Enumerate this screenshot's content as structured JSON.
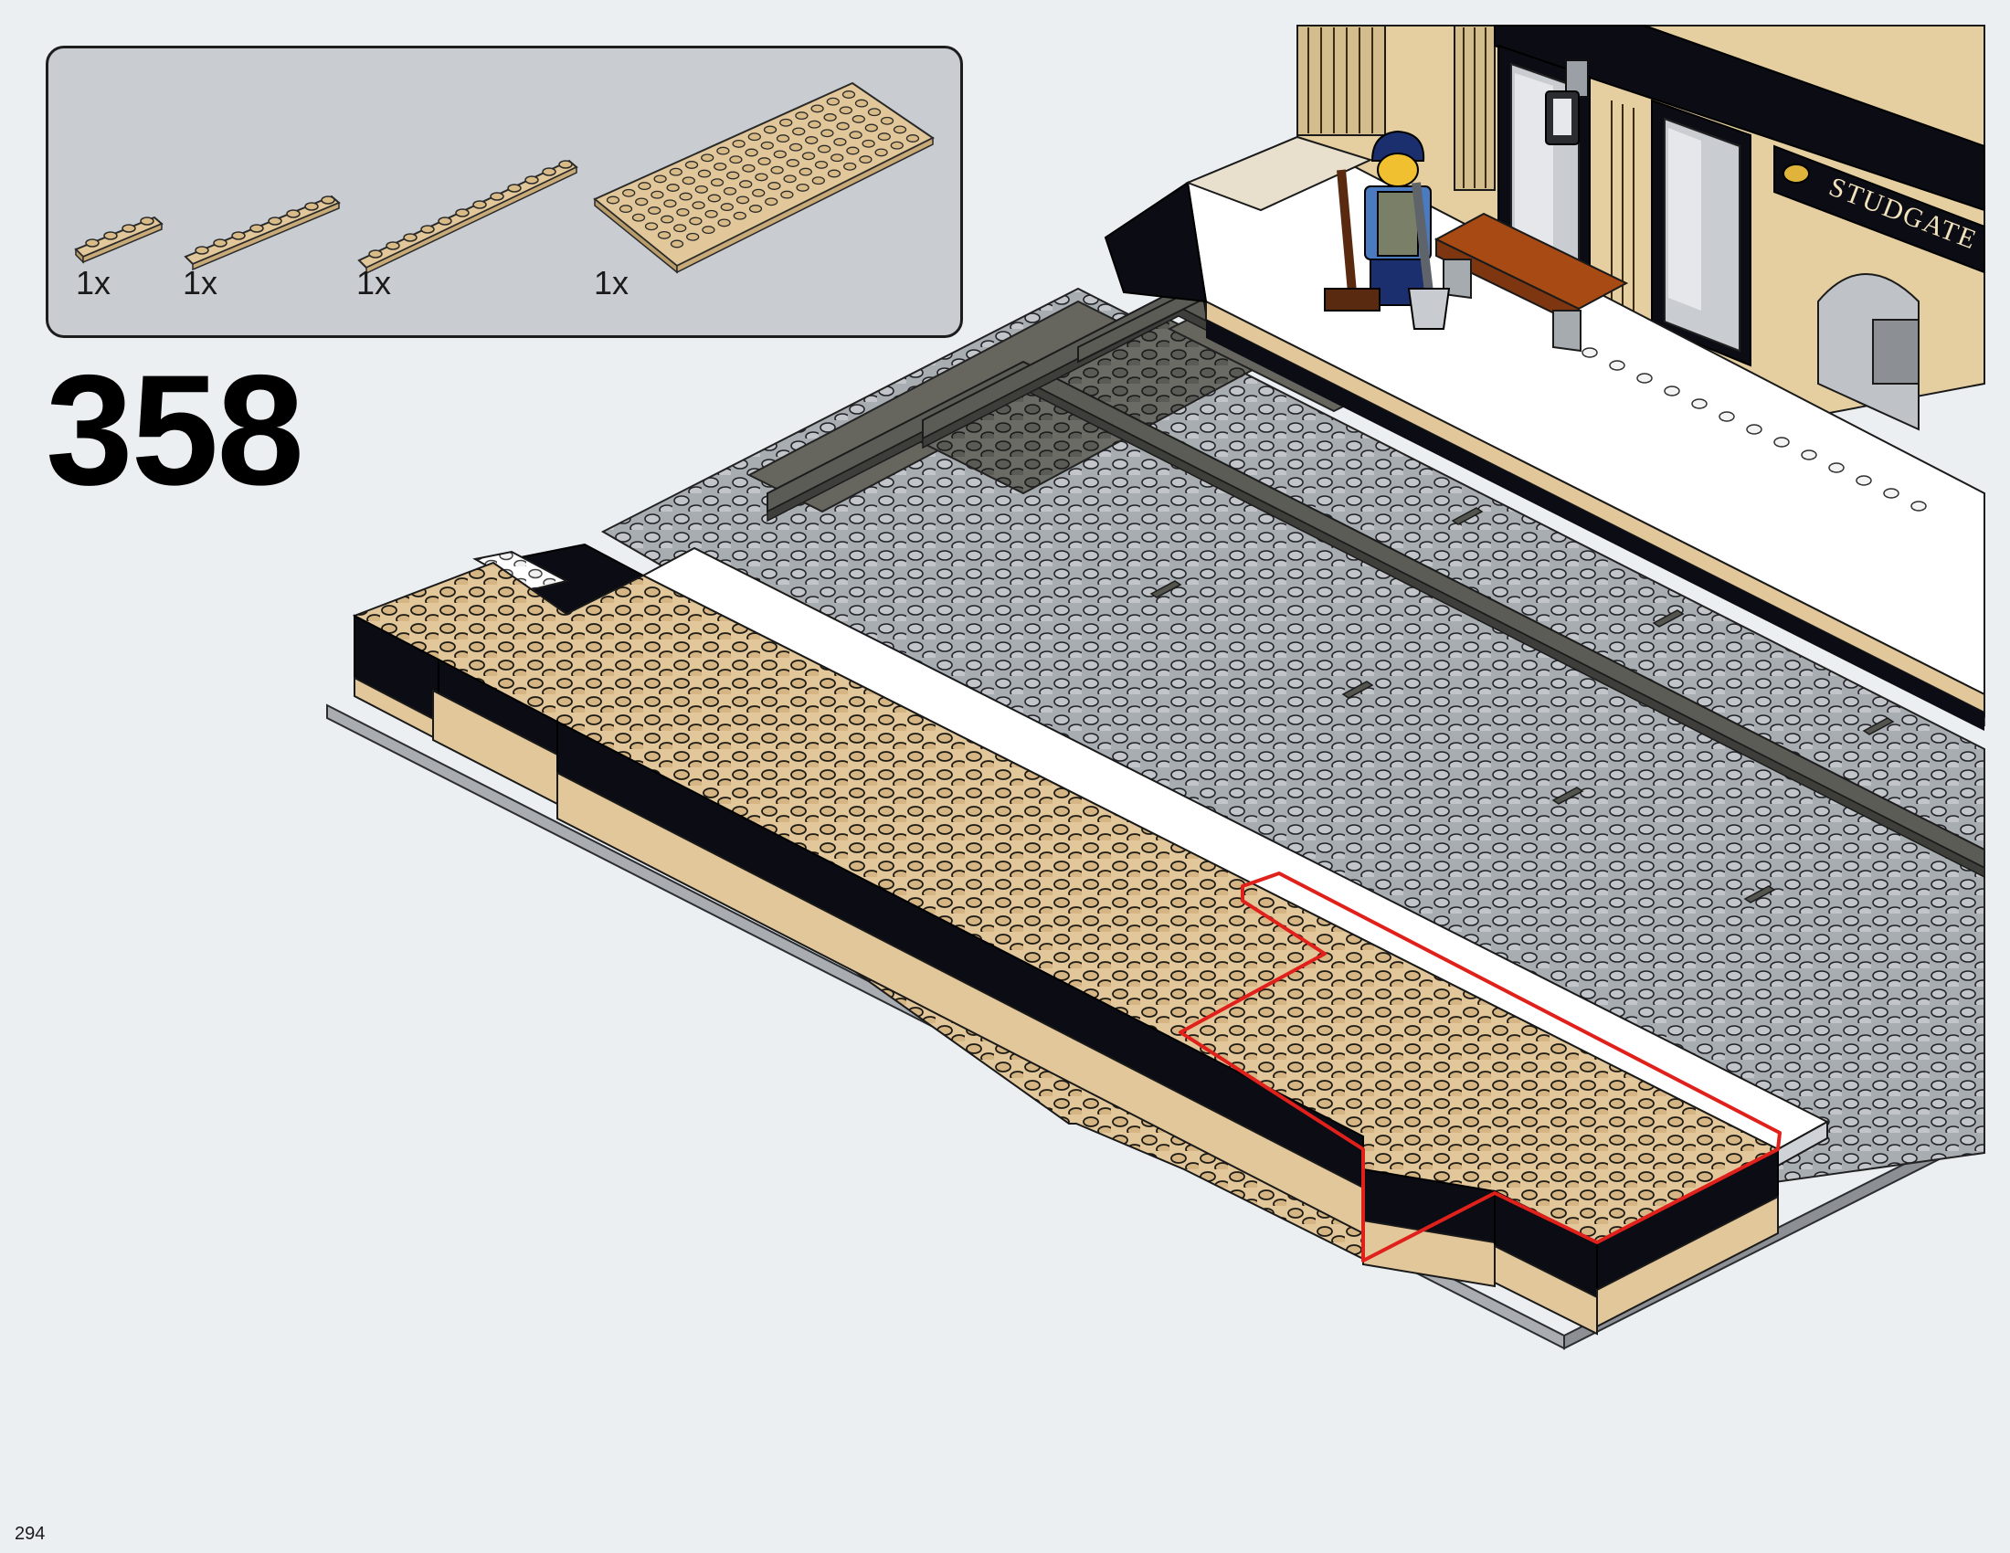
{
  "parts_list": {
    "items": [
      {
        "quantity": "1x",
        "part": "tan-plate-1x4"
      },
      {
        "quantity": "1x",
        "part": "tan-plate-1x8"
      },
      {
        "quantity": "1x",
        "part": "tan-plate-1x12"
      },
      {
        "quantity": "1x",
        "part": "tan-plate-6x16"
      }
    ]
  },
  "step": {
    "number": "358"
  },
  "page": {
    "number": "294"
  },
  "scene": {
    "station_sign": "STUDGATE"
  },
  "colors": {
    "tan": "#e2c79a",
    "dark_gray": "#6b6b66",
    "light_gray": "#a6abb0",
    "white": "#ffffff",
    "black": "#0c0c14",
    "highlight": "#e0201a",
    "reddish_brown": "#a84a14"
  }
}
